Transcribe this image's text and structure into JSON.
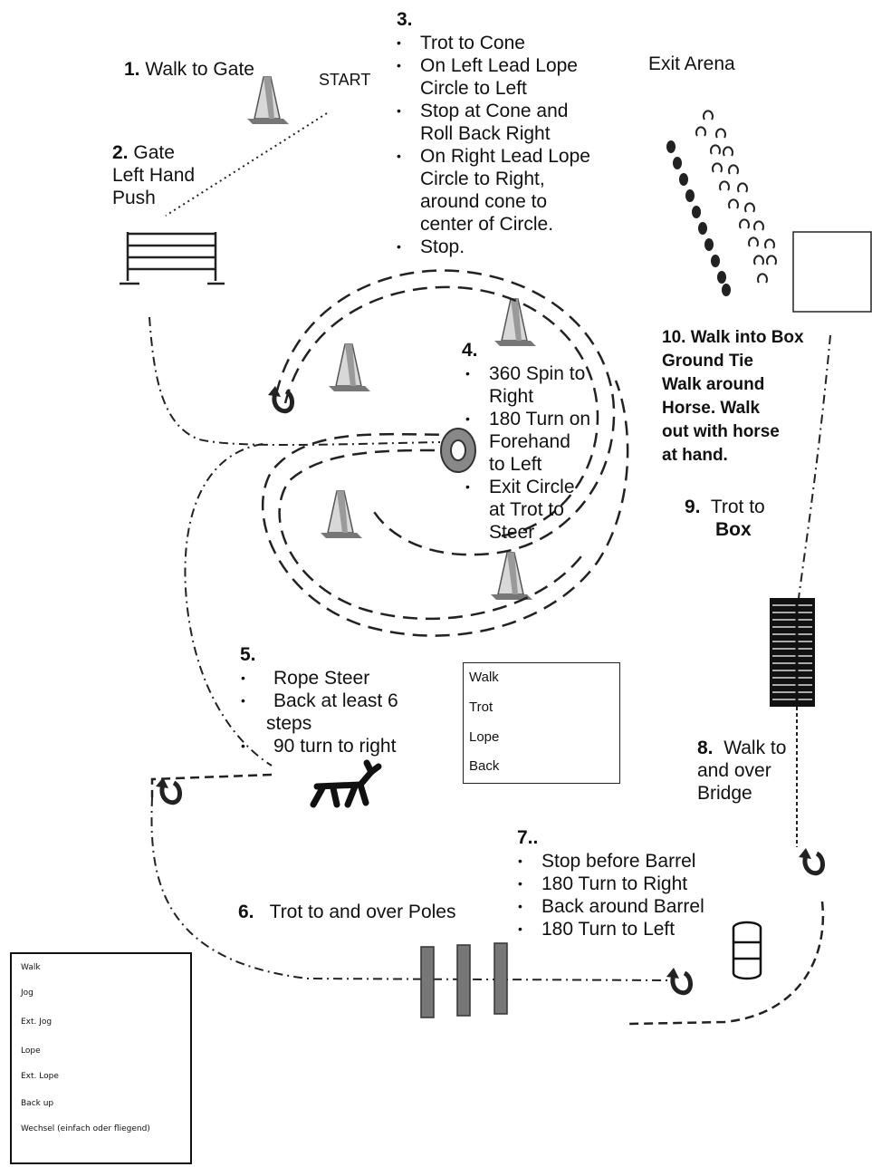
{
  "steps": {
    "s1": {
      "num": "1.",
      "text": "Walk to Gate"
    },
    "start": "START",
    "s2": {
      "num": "2.",
      "lines": [
        "Gate",
        "Left Hand",
        "Push"
      ]
    },
    "s3": {
      "num": "3.",
      "items": [
        "Trot to Cone",
        "On Left Lead Lope",
        "Circle to Left",
        "Stop at Cone and",
        "Roll Back Right",
        "On Right Lead Lope",
        "Circle to Right,",
        "around cone to",
        "center of Circle.",
        "Stop."
      ]
    },
    "exit": "Exit Arena",
    "s4": {
      "num": "4.",
      "items": [
        "360 Spin to",
        "Right",
        "180 Turn on",
        "Forehand",
        "to Left",
        "Exit Circle",
        "at Trot to",
        "Steer"
      ]
    },
    "s10": {
      "lines": [
        "10. Walk into Box",
        "Ground Tie",
        "Walk around",
        "Horse. Walk",
        "out with horse",
        "at hand."
      ]
    },
    "s9": {
      "num": "9.",
      "line1": "Trot to",
      "line2": "Box"
    },
    "s5": {
      "num": "5.",
      "items": [
        "Rope Steer",
        "Back at least 6",
        "steps",
        "90 turn to right"
      ]
    },
    "s8": {
      "num": "8.",
      "lines": [
        "Walk to",
        "and over",
        "Bridge"
      ]
    },
    "s7": {
      "num": "7..",
      "items": [
        "Stop before Barrel",
        "180 Turn to Right",
        "Back around Barrel",
        "180 Turn to Left"
      ]
    },
    "s6": {
      "num": "6.",
      "text": "Trot to and over Poles"
    }
  },
  "legend_main": [
    "Walk",
    "Trot",
    "Lope",
    "Back"
  ],
  "legend_small": [
    "Walk",
    "Jog",
    "Ext. Jog",
    "Lope",
    "Ext. Lope",
    "Back up",
    "Wechsel (einfach oder fliegend)"
  ],
  "icons": [
    "cone-icon",
    "gate-icon",
    "tire-icon",
    "steer-icon",
    "bridge-icon",
    "barrel-icon",
    "poles-icon",
    "turn-arrow-icon",
    "hoofprints-icon",
    "box-icon"
  ]
}
